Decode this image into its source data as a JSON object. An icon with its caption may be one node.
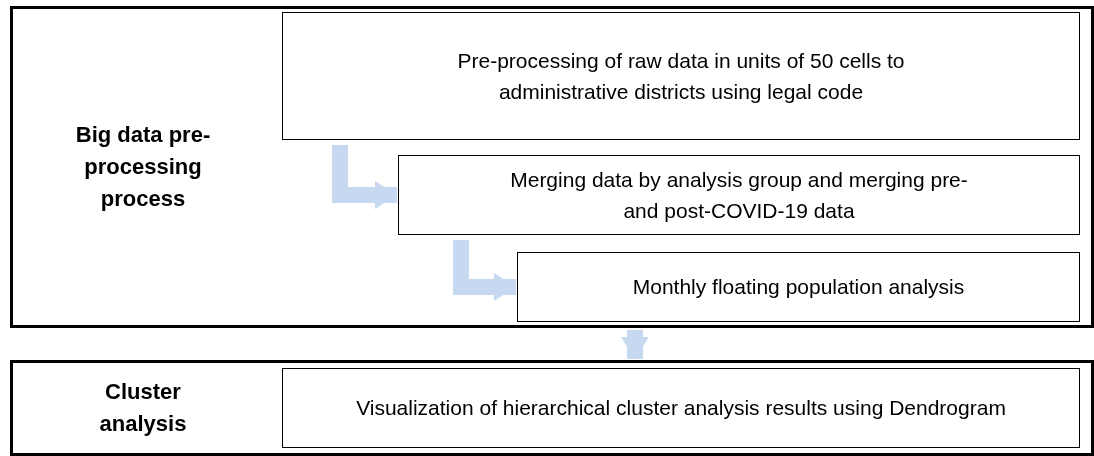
{
  "diagram": {
    "nodes": [
      {
        "text": [
          "Big data pre-processing process"
        ]
      },
      {
        "text": [
          "Pre-processing of raw data in units of 50 cells to administrative districts using legal code"
        ],
        "in": 0
      },
      {
        "text": [
          "Merging data by analysis group and merging pre- and post-COVID-19 data"
        ],
        "in": 0
      },
      {
        "text": [
          "Monthly floating population analysis"
        ],
        "in": 0
      },
      {
        "text": [
          "Cluster analysis"
        ]
      },
      {
        "text": [
          "Visualization of hierarchical cluster analysis results using Dendrogram"
        ],
        "in": 4
      }
    ],
    "edges": [
      {
        "from": 1,
        "to": 2,
        "arrow": "to"
      },
      {
        "from": 2,
        "to": 3,
        "arrow": "to"
      },
      {
        "from": 0,
        "to": 4,
        "arrow": "to"
      }
    ]
  }
}
